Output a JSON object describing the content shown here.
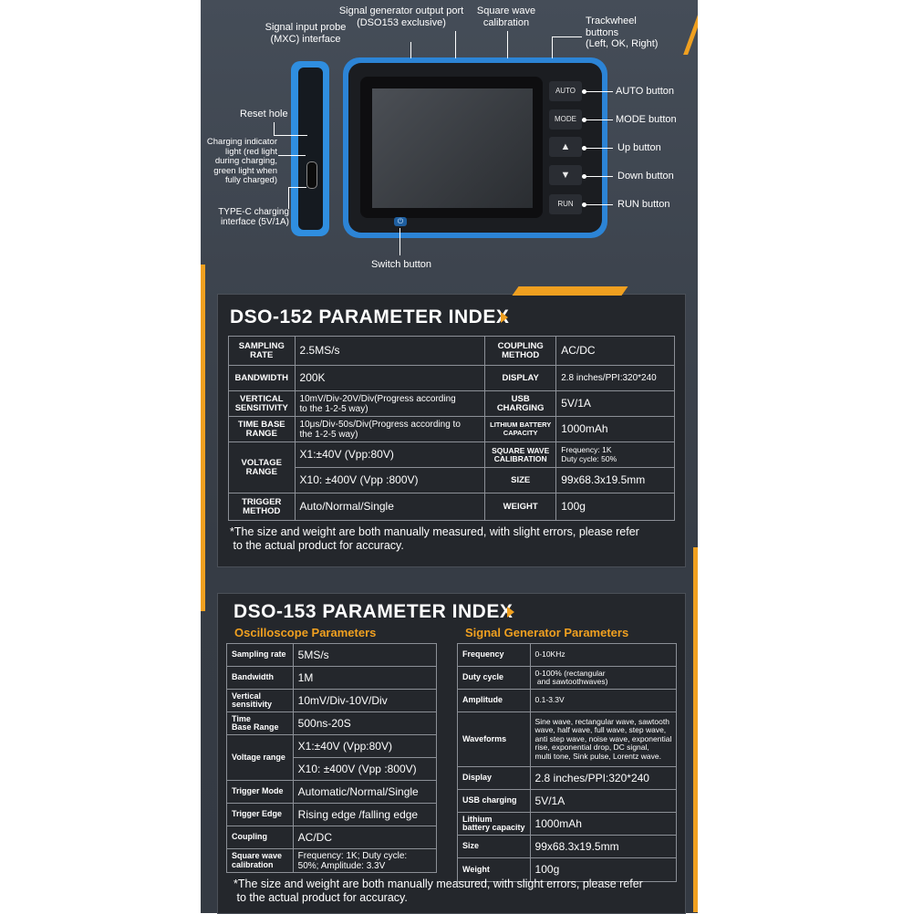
{
  "callouts": {
    "probe": "Signal input probe\n(MXC) interface",
    "generator": "Signal generator output port\n(DSO153 exclusive)",
    "square_wave": "Square wave\ncalibration",
    "trackwheel": "Trackwheel\nbuttons\n(Left, OK, Right)",
    "reset": "Reset hole",
    "charging_light": "Charging indicator\nlight (red light\nduring charging,\ngreen light when\nfully charged)",
    "typec": "TYPE-C charging\ninterface (5V/1A)",
    "switch": "Switch button",
    "auto": "AUTO button",
    "mode": "MODE button",
    "up": "Up button",
    "down": "Down button",
    "run": "RUN button"
  },
  "device_buttons": {
    "auto": "AUTO",
    "mode": "MODE",
    "up": "▲",
    "down": "▼",
    "run": "RUN",
    "power": "⏻"
  },
  "dso152": {
    "title": "DSO-152 PARAMETER INDEX",
    "rows": {
      "sampling_rate_k": "SAMPLING\nRATE",
      "sampling_rate_v": "2.5MS/s",
      "coupling_k": "COUPLING\nMETHOD",
      "coupling_v": "AC/DC",
      "bandwidth_k": "BANDWIDTH",
      "bandwidth_v": "200K",
      "display_k": "DISPLAY",
      "display_v": "2.8 inches/PPI:320*240",
      "vsens_k": "VERTICAL\nSENSITIVITY",
      "vsens_v": "10mV/Div-20V/Div(Progress according\nto the 1-2-5 way)",
      "usb_k": "USB\nCHARGING",
      "usb_v": "5V/1A",
      "timebase_k": "TIME BASE\nRANGE",
      "timebase_v": "10μs/Div-50s/Div(Progress according to\nthe 1-2-5 way)",
      "battery_k": "LITHIUM BATTERY\nCAPACITY",
      "battery_v": "1000mAh",
      "voltage_k": "VOLTAGE\nRANGE",
      "voltage_v1": "X1:±40V (Vpp:80V)",
      "voltage_v2": "X10: ±400V (Vpp :800V)",
      "square_k": "SQUARE WAVE\nCALIBRATION",
      "square_v": "Frequency: 1K\nDuty cycle: 50%",
      "size_k": "SIZE",
      "size_v": "99x68.3x19.5mm",
      "trigger_k": "TRIGGER\nMETHOD",
      "trigger_v": "Auto/Normal/Single",
      "weight_k": "WEIGHT",
      "weight_v": "100g"
    },
    "note": "*The size and weight are both manually measured, with slight errors, please refer\n to the actual product for accuracy."
  },
  "dso153": {
    "title": "DSO-153 PARAMETER INDEX",
    "osc_title": "Oscilloscope Parameters",
    "gen_title": "Signal Generator Parameters",
    "osc": {
      "sampling_k": "Sampling rate",
      "sampling_v": "5MS/s",
      "bandwidth_k": "Bandwidth",
      "bandwidth_v": "1M",
      "vsens_k": "Vertical\nsensitivity",
      "vsens_v": "10mV/Div-10V/Div",
      "time_k": "Time\nBase Range",
      "time_v": "500ns-20S",
      "voltage_k": "Voltage range",
      "voltage_v1": "X1:±40V (Vpp:80V)",
      "voltage_v2": "X10: ±400V (Vpp :800V)",
      "trigmode_k": "Trigger Mode",
      "trigmode_v": "Automatic/Normal/Single",
      "trigedge_k": "Trigger Edge",
      "trigedge_v": "Rising edge /falling edge",
      "coupling_k": "Coupling",
      "coupling_v": "AC/DC",
      "square_k": "Square wave\ncalibration",
      "square_v": "Frequency: 1K; Duty cycle:\n50%; Amplitude: 3.3V"
    },
    "gen": {
      "freq_k": "Frequency",
      "freq_v": "0-10KHz",
      "duty_k": "Duty cycle",
      "duty_v": "0-100% (rectangular\n and sawtoothwaves)",
      "amp_k": "Amplitude",
      "amp_v": "0.1-3.3V",
      "wave_k": "Waveforms",
      "wave_v": "Sine wave, rectangular wave, sawtooth\nwave, half wave, full wave, step wave,\nanti step wave, noise wave, exponential\nrise, exponential drop, DC signal,\nmulti tone, Sink pulse, Lorentz wave.",
      "display_k": "Display",
      "display_v": "2.8 inches/PPI:320*240",
      "usb_k": "USB charging",
      "usb_v": "5V/1A",
      "battery_k": "Lithium\nbattery capacity",
      "battery_v": "1000mAh",
      "size_k": "Size",
      "size_v": "99x68.3x19.5mm",
      "weight_k": "Weight",
      "weight_v": "100g"
    },
    "note": "*The size and weight are both manually measured, with slight errors, please refer\n to the actual product for accuracy."
  },
  "colors": {
    "accent": "#f0a020",
    "device_blue": "#2c84d6",
    "panel": "#24272c",
    "background": "#3d444e"
  }
}
